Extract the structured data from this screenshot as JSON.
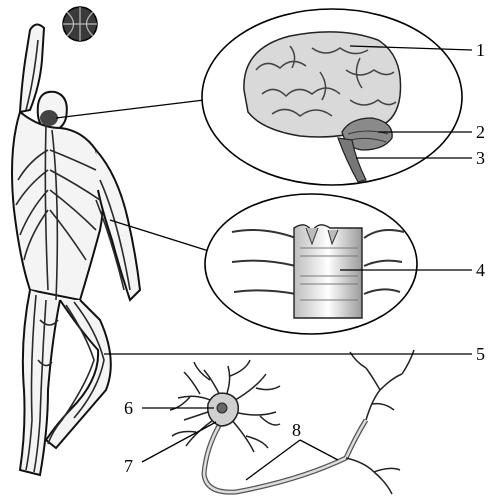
{
  "labels": {
    "l1": "1",
    "l2": "2",
    "l3": "3",
    "l4": "4",
    "l5": "5",
    "l6": "6",
    "l7": "7",
    "l8": "8"
  },
  "colors": {
    "line": "#000000",
    "nerve": "#2a2a2a",
    "brain_fill": "#d9d9d9",
    "cord_fill": "#f2f2f2"
  }
}
